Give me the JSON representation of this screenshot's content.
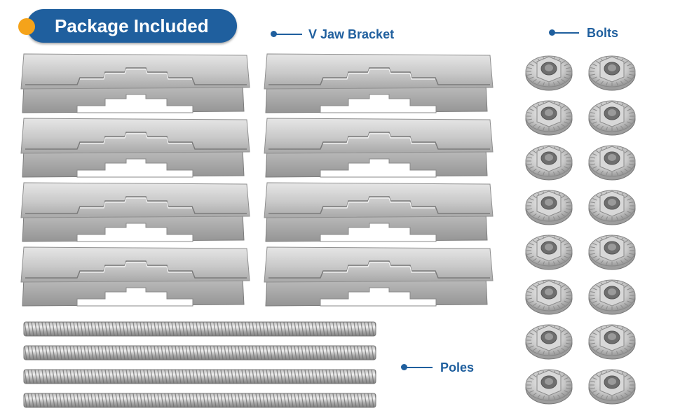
{
  "header": {
    "title": "Package Included"
  },
  "labels": {
    "brackets": "V Jaw Bracket",
    "bolts": "Bolts",
    "poles": "Poles"
  },
  "items": {
    "bracket_count": 8,
    "nut_count": 16,
    "rod_count": 4
  },
  "colors": {
    "accent": "#1f5f9e",
    "dot": "#f5a31a",
    "metal_light": "#d4d4d4",
    "metal_dark": "#8d8d8d"
  }
}
